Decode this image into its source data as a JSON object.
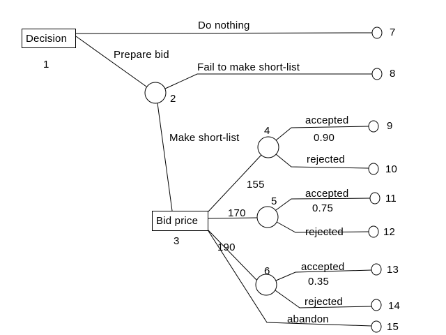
{
  "colors": {
    "background": "#ffffff",
    "line": "#000000",
    "text": "#000000"
  },
  "nodes": {
    "decision": {
      "label": "Decision",
      "number": "1"
    },
    "chance2": {
      "number": "2"
    },
    "bid_price": {
      "label": "Bid price",
      "number": "3"
    },
    "chance4": {
      "number": "4"
    },
    "chance5": {
      "number": "5"
    },
    "chance6": {
      "number": "6"
    },
    "t7": {
      "number": "7"
    },
    "t8": {
      "number": "8"
    },
    "t9": {
      "number": "9"
    },
    "t10": {
      "number": "10"
    },
    "t11": {
      "number": "11"
    },
    "t12": {
      "number": "12"
    },
    "t13": {
      "number": "13"
    },
    "t14": {
      "number": "14"
    },
    "t15": {
      "number": "15"
    }
  },
  "branches": {
    "do_nothing": {
      "label": "Do nothing"
    },
    "prepare_bid": {
      "label": "Prepare bid"
    },
    "fail_short_list": {
      "label": "Fail to make short-list"
    },
    "make_short_list": {
      "label": "Make short-list"
    },
    "bid_155": {
      "label": "155"
    },
    "bid_170": {
      "label": "170"
    },
    "bid_190": {
      "label": "190"
    },
    "abandon": {
      "label": "abandon"
    },
    "accepted_155": {
      "label": "accepted",
      "probability": "0.90"
    },
    "rejected_155": {
      "label": "rejected"
    },
    "accepted_170": {
      "label": "accepted",
      "probability": "0.75"
    },
    "rejected_170": {
      "label": "rejected"
    },
    "accepted_190": {
      "label": "accepted",
      "probability": "0.35"
    },
    "rejected_190": {
      "label": "rejected"
    }
  }
}
